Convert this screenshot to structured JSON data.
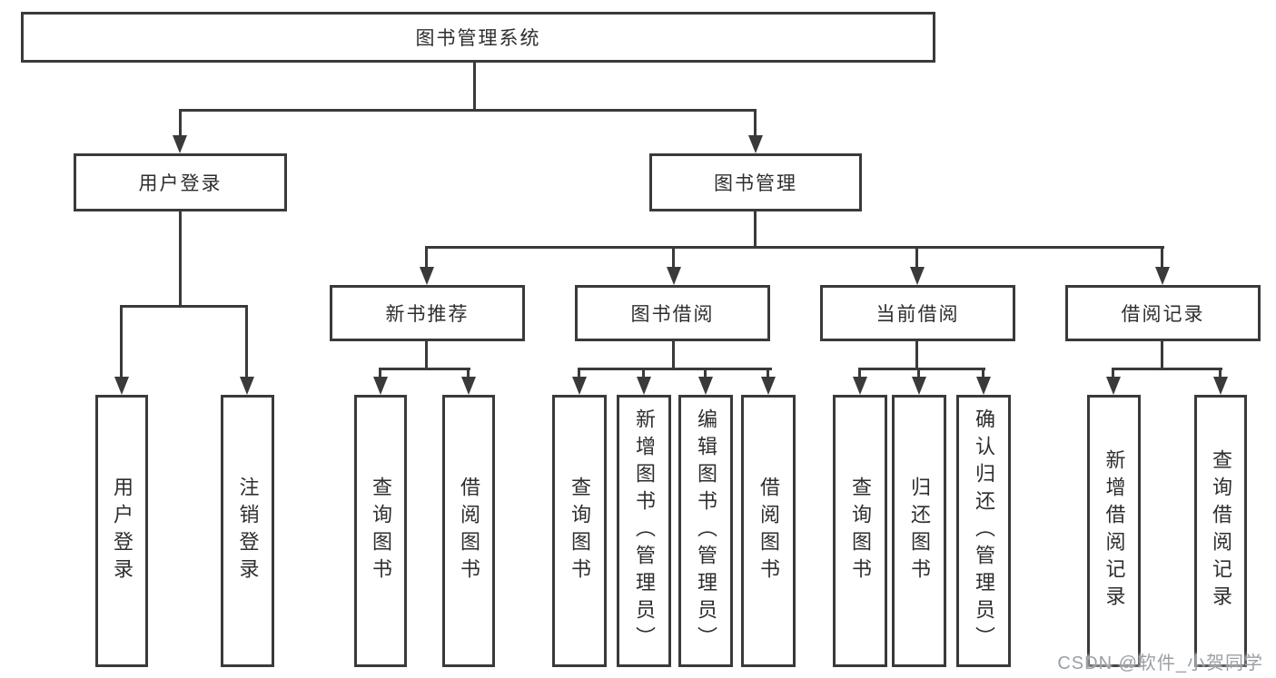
{
  "diagram": {
    "root": {
      "label": "图书管理系统"
    },
    "user_branch": {
      "label": "用户登录",
      "children": [
        {
          "label": "用户登录"
        },
        {
          "label": "注销登录"
        }
      ]
    },
    "mgmt_branch": {
      "label": "图书管理",
      "groups": [
        {
          "label": "新书推荐",
          "children": [
            {
              "label": "查询图书"
            },
            {
              "label": "借阅图书"
            }
          ]
        },
        {
          "label": "图书借阅",
          "children": [
            {
              "label": "查询图书"
            },
            {
              "label": "新增图书（管理员）"
            },
            {
              "label": "编辑图书（管理员）"
            },
            {
              "label": "借阅图书"
            }
          ]
        },
        {
          "label": "当前借阅",
          "children": [
            {
              "label": "查询图书"
            },
            {
              "label": "归还图书"
            },
            {
              "label": "确认归还（管理员）"
            }
          ]
        },
        {
          "label": "借阅记录",
          "children": [
            {
              "label": "新增借阅记录"
            },
            {
              "label": "查询借阅记录"
            }
          ]
        }
      ]
    }
  },
  "watermark": {
    "text": "CSDN @软件_小贺同学"
  },
  "colors": {
    "background": "#ffffff",
    "line": "#3a3a3a",
    "border": "#3a3a3a",
    "text": "#2e2e2e",
    "watermark": "#9aa0a6"
  }
}
